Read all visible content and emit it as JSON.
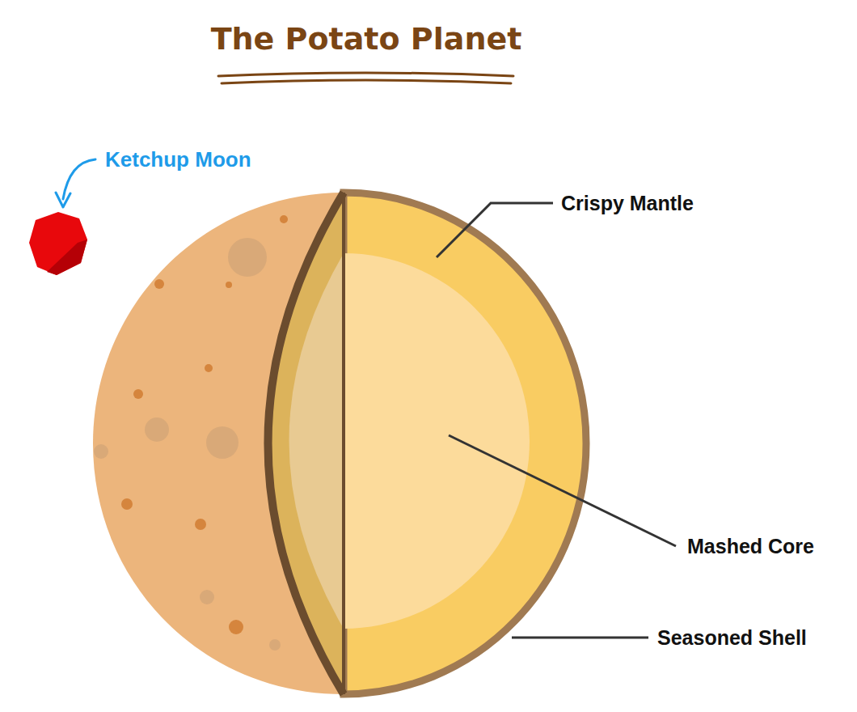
{
  "diagram": {
    "title": "The Potato Planet",
    "labels": [
      "Ketchup Moon",
      "Crispy Mantle",
      "Mashed Core",
      "Seasoned Shell"
    ]
  }
}
